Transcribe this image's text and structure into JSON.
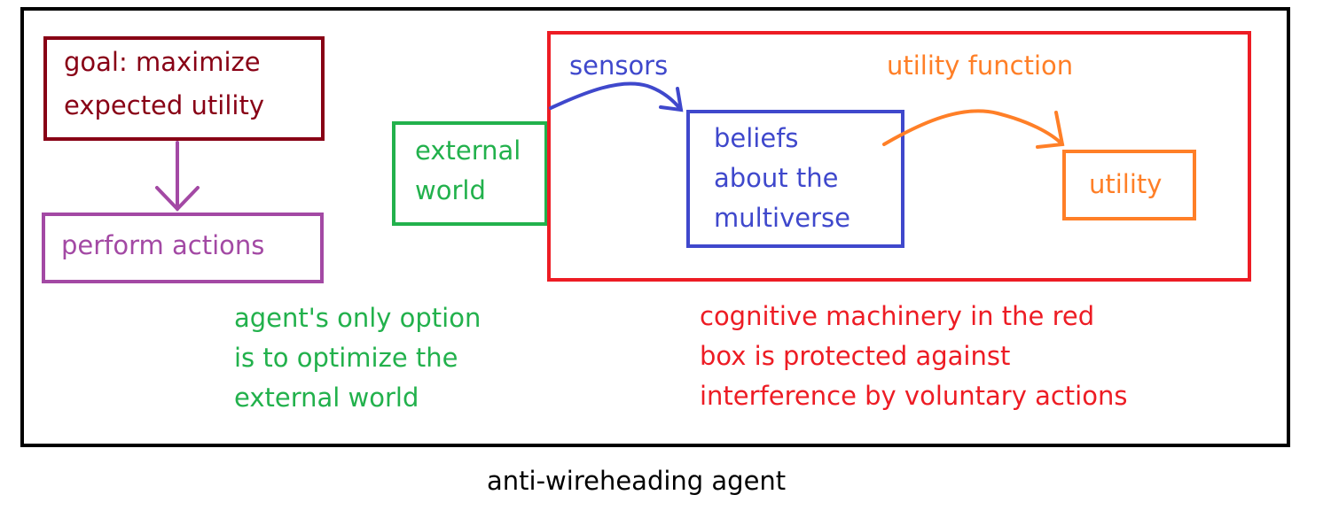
{
  "goal_box": {
    "lines": [
      "goal: maximize",
      "expected utility"
    ],
    "color": "#880015"
  },
  "actions_box": {
    "label": "perform actions",
    "color": "#a349a4"
  },
  "world_box": {
    "lines": [
      "external",
      "world"
    ],
    "color": "#22b14c"
  },
  "sensors": {
    "label": "sensors",
    "color": "#3f48cc"
  },
  "beliefs_box": {
    "lines": [
      "beliefs",
      "about the",
      "multiverse"
    ],
    "color": "#3f48cc"
  },
  "utility_function": {
    "label": "utility function",
    "color": "#ff7f27"
  },
  "utility_box": {
    "label": "utility",
    "color": "#ff7f27"
  },
  "protected_region": {
    "color": "#ed1c24"
  },
  "agent_note": {
    "lines": [
      "agent's only option",
      "is to optimize the",
      "external world"
    ],
    "color": "#22b14c"
  },
  "protection_note": {
    "lines": [
      "cognitive machinery in the red",
      "box is protected against",
      "interference by voluntary actions"
    ],
    "color": "#ed1c24"
  },
  "caption": "anti-wireheading agent"
}
